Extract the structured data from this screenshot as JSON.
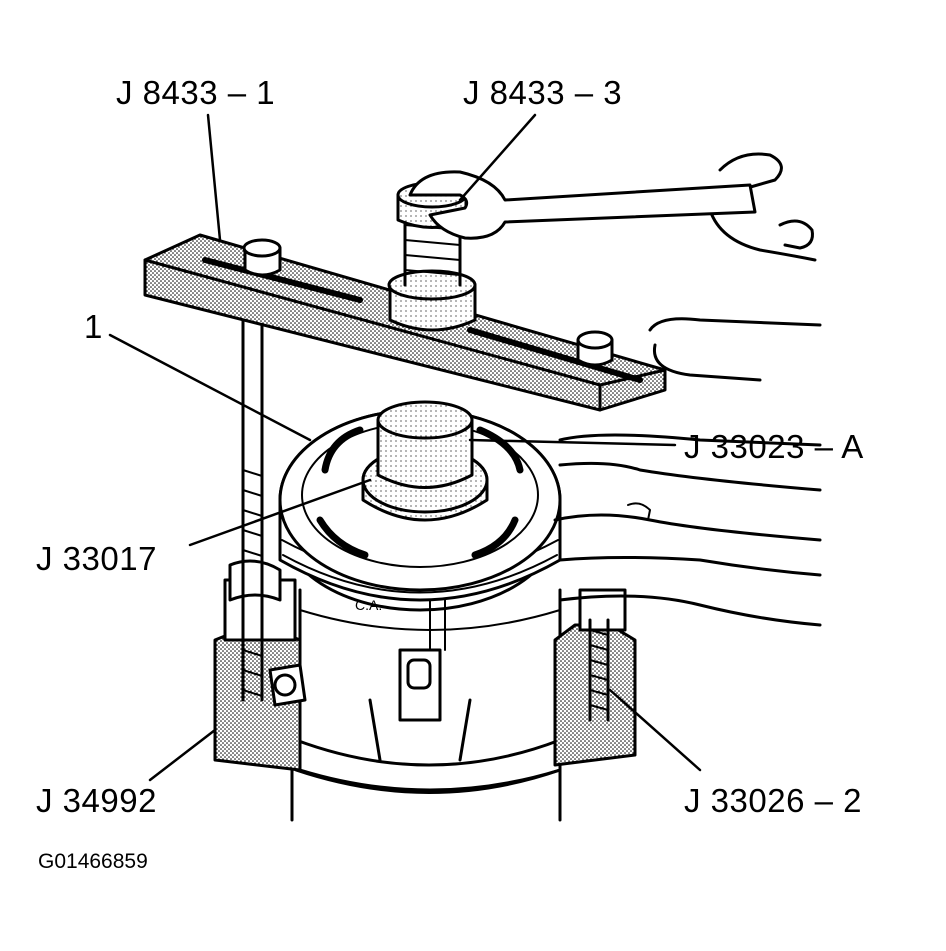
{
  "labels": {
    "j8433_1": "J 8433 – 1",
    "j8433_3": "J 8433 – 3",
    "item_1": "1",
    "j33023_a": "J 33023 – A",
    "j33017": "J 33017",
    "j34992": "J 34992",
    "j33026_2": "J 33026 – 2"
  },
  "figure_id": "G01466859"
}
